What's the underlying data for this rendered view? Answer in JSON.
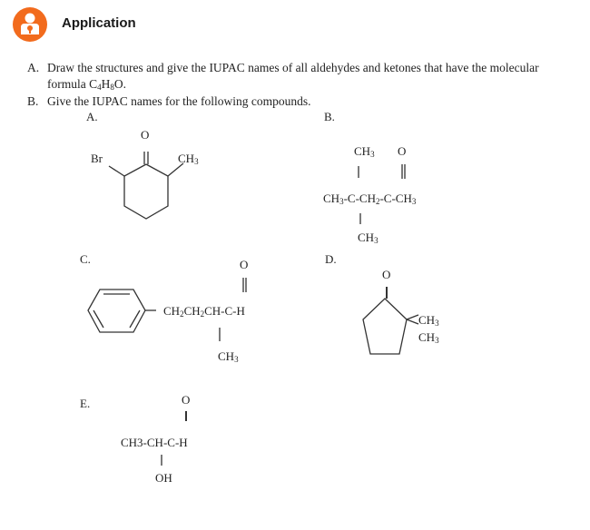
{
  "header": {
    "title": "Application",
    "icon": "person-badge-icon",
    "accent_color": "#f26b1d"
  },
  "questions": {
    "a": {
      "marker": "A.",
      "text_line1": "Draw the structures and give the IUPAC names of all aldehydes and ketones that have the molecular",
      "text_line2_prefix": "formula C",
      "sub1": "4",
      "mid": "H",
      "sub2": "8",
      "suffix": "O."
    },
    "b": {
      "marker": "B.",
      "text": "Give the IUPAC names for the following compounds."
    }
  },
  "compounds": {
    "A": {
      "label": "A.",
      "oxygen": "O",
      "substituent_left": "Br",
      "substituent_right": "CH",
      "substituent_right_sub": "3"
    },
    "B": {
      "label": "B.",
      "top_methyl": "CH",
      "top_methyl_sub": "3",
      "oxygen": "O",
      "chain": [
        "CH",
        "3",
        "-C-CH",
        "2",
        "-C-CH",
        "3"
      ],
      "bottom_methyl": "CH",
      "bottom_methyl_sub": "3"
    },
    "C": {
      "label": "C.",
      "oxygen": "O",
      "chain": [
        "CH",
        "2",
        "CH",
        "2",
        "CH-C-H"
      ],
      "branch": "CH",
      "branch_sub": "3"
    },
    "D": {
      "label": "D.",
      "oxygen": "O",
      "methyl1": "CH",
      "methyl1_sub": "3",
      "methyl2": "CH",
      "methyl2_sub": "3"
    },
    "E": {
      "label": "E.",
      "oxygen": "O",
      "chain": "CH3-CH-C-H",
      "branch": "OH"
    }
  }
}
